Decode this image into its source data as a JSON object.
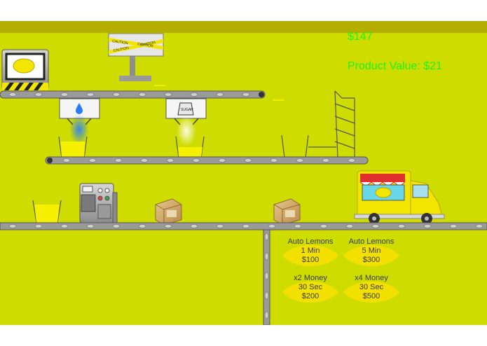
{
  "hud": {
    "money": "$147",
    "product_value": "Product Value: $21"
  },
  "signs": {
    "caution_text": "CAUTION",
    "sugar_text": "SUGAR"
  },
  "upgrades": [
    {
      "line1": "Auto Lemons",
      "line2": "1 Min",
      "price": "$100"
    },
    {
      "line1": "Auto Lemons",
      "line2": "5 Min",
      "price": "$300"
    },
    {
      "line1": "x2 Money",
      "line2": "30 Sec",
      "price": "$200"
    },
    {
      "line1": "x4 Money",
      "line2": "30 Sec",
      "price": "$500"
    }
  ],
  "colors": {
    "background": "#cfdc00",
    "top_band": "#b3ae00",
    "hud_text": "#1ef01e",
    "lemonade": "#f5f000",
    "water_drop": "#2a7cff"
  },
  "icons": [
    "lemon-icon",
    "water-drop-icon",
    "sugar-bag-icon",
    "caution-tape-icon"
  ]
}
